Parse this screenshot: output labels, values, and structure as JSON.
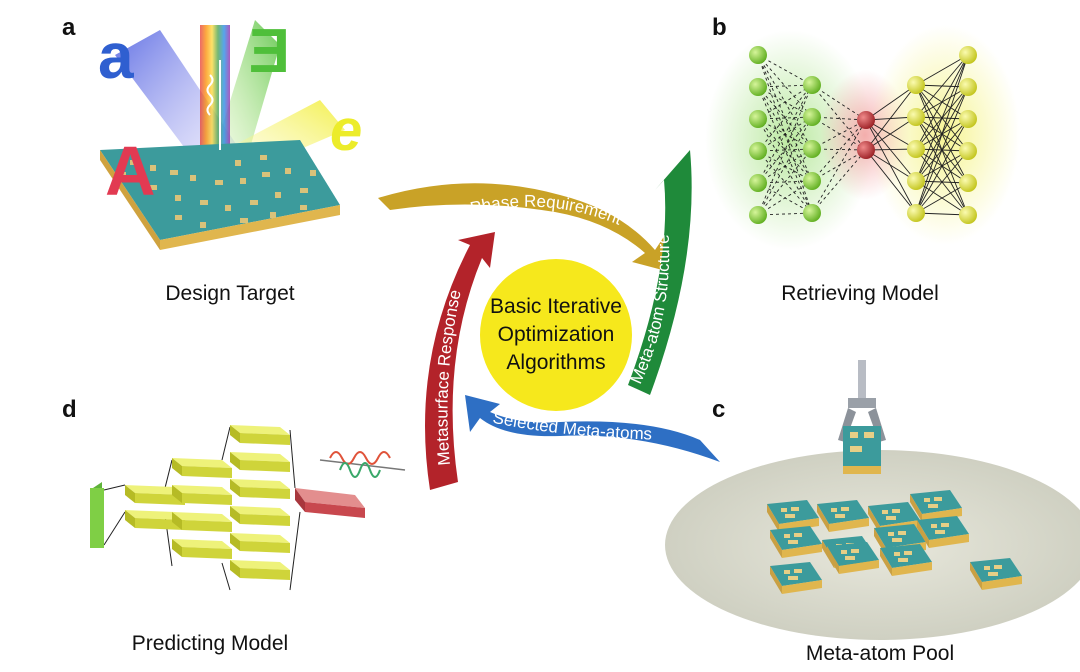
{
  "panels": {
    "a": {
      "letter": "a",
      "caption": "Design Target",
      "glyphs": [
        "a",
        "A",
        "E",
        "e"
      ]
    },
    "b": {
      "letter": "b",
      "caption": "Retrieving Model"
    },
    "c": {
      "letter": "c",
      "caption": "Meta-atom Pool"
    },
    "d": {
      "letter": "d",
      "caption": "Predicting Model"
    }
  },
  "cycle": {
    "center_lines": [
      "Basic Iterative",
      "Optimization",
      "Algorithms"
    ],
    "arrows": {
      "top": "Phase Requirement",
      "right": "Meta-atom Structure",
      "bottom": "Selected Meta-atoms",
      "left": "Metasurface Response"
    }
  },
  "colors": {
    "center_fill": "#f6e81c",
    "arrow_top": "#c9a227",
    "arrow_right": "#1f8a3a",
    "arrow_bottom": "#2e6fc4",
    "arrow_left": "#b3232a",
    "node_green": "#8fd13a",
    "node_red": "#c8363c",
    "node_yellow": "#e6ea2a",
    "substrate_teal": "#3c9b9c",
    "substrate_gold": "#e0b64e"
  }
}
